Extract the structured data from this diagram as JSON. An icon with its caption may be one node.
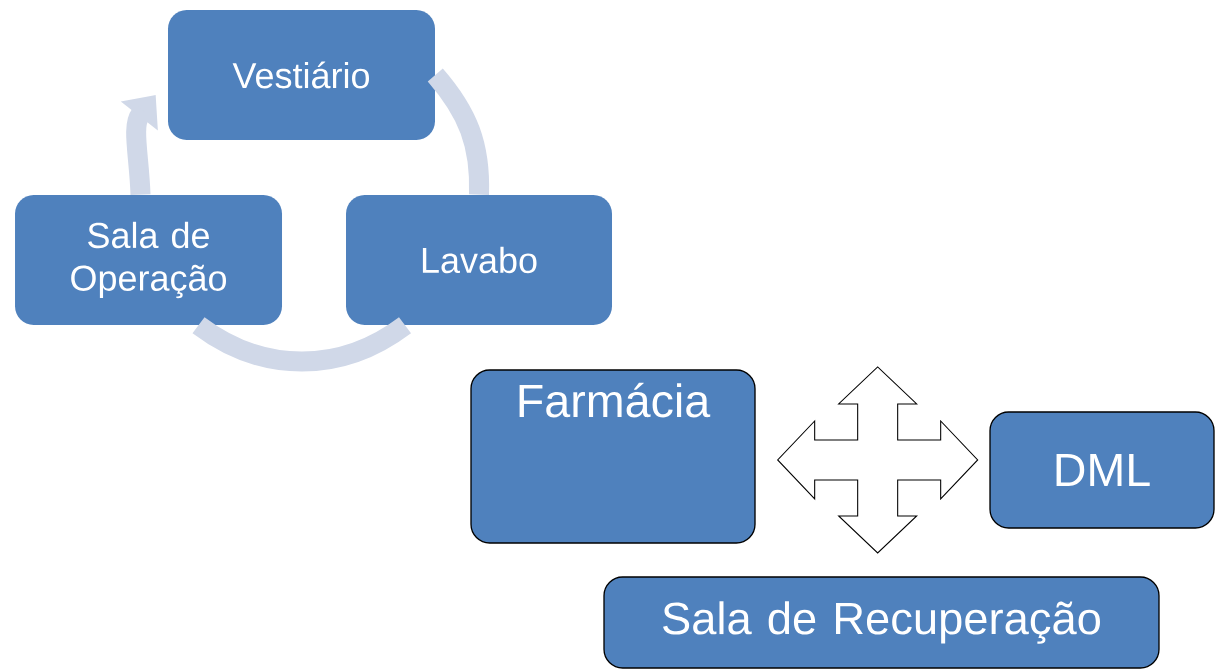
{
  "diagram": {
    "nodes": [
      {
        "text": [
          "Vestiário"
        ]
      },
      {
        "text": [
          "Lavabo"
        ]
      },
      {
        "text": [
          "Sala de Operação"
        ]
      },
      {
        "text": [
          "Farmácia"
        ]
      },
      {
        "text": [
          "DML"
        ]
      },
      {
        "text": [
          "Sala de Recuperação"
        ]
      }
    ],
    "edges": [
      {
        "from": 0,
        "to": 1,
        "arrow": "none"
      },
      {
        "from": 1,
        "to": 2,
        "arrow": "none"
      },
      {
        "from": 2,
        "to": 0,
        "arrow": "to"
      },
      {
        "from": 3,
        "to": 4,
        "arrow": "both"
      },
      {
        "from": null,
        "to": 5,
        "arrow": "both"
      }
    ]
  }
}
